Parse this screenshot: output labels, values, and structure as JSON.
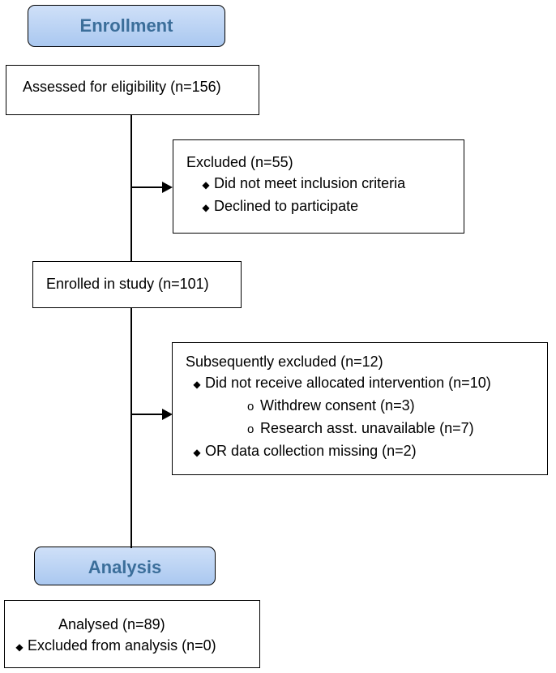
{
  "phases": {
    "enrollment": "Enrollment",
    "analysis": "Analysis"
  },
  "assessed": "Assessed for eligibility (n=156)",
  "excluded": {
    "title": "Excluded (n=55)",
    "items": [
      "Did not meet inclusion criteria",
      "Declined to participate"
    ]
  },
  "enrolled": "Enrolled in study (n=101)",
  "subsequently_excluded": {
    "title": "Subsequently excluded (n=12)",
    "item1": "Did not receive allocated intervention (n=10)",
    "subitems": [
      "Withdrew consent (n=3)",
      "Research asst. unavailable (n=7)"
    ],
    "item2": "OR data collection missing (n=2)"
  },
  "analysed": {
    "title": "Analysed (n=89)",
    "item": "Excluded from analysis (n=0)"
  },
  "symbols": {
    "bullet": "◆",
    "circle": "o"
  }
}
